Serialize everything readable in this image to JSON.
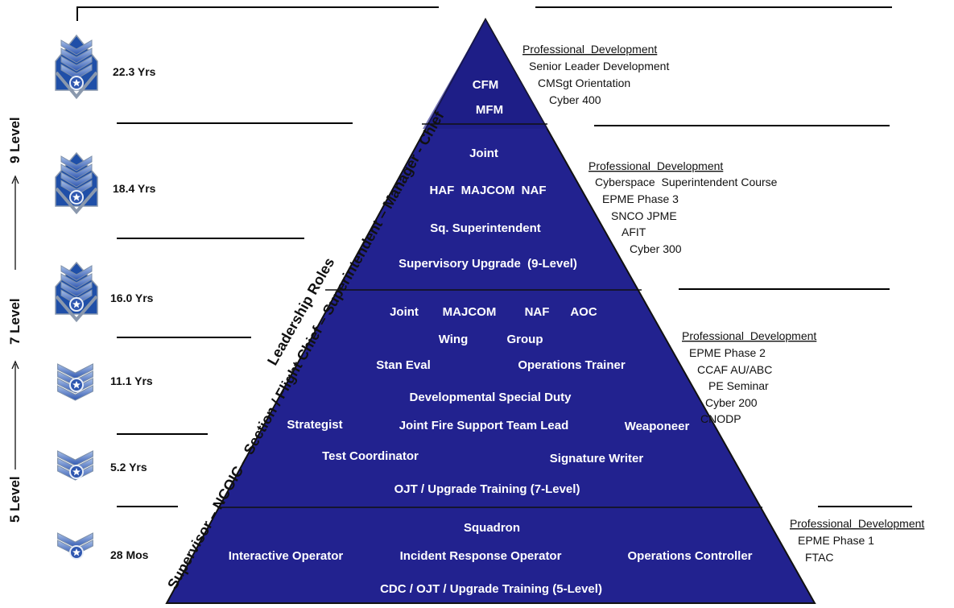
{
  "diagram": {
    "colors": {
      "pyramid": "#1f1f8f",
      "pyramid_light": "#2a2aa8",
      "text_on_pyramid": "#ffffff",
      "lines": "#000000",
      "chevron": "#3b5fb8"
    },
    "leadership_roles": "Leadership Roles",
    "progression": "Supervisor – NCOIC – Section / Flight Chief – Superintendent – Manager - Chief",
    "skill_levels": [
      "5 Level",
      "7 Level",
      "9 Level"
    ],
    "ranks": [
      {
        "years": "22.3 Yrs",
        "icon": "cmsgt-chevron-icon"
      },
      {
        "years": "18.4 Yrs",
        "icon": "smsgt-chevron-icon"
      },
      {
        "years": "16.0 Yrs",
        "icon": "msgt-chevron-icon"
      },
      {
        "years": "11.1 Yrs",
        "icon": "tsgt-chevron-icon"
      },
      {
        "years": "5.2 Yrs",
        "icon": "ssgt-chevron-icon"
      },
      {
        "years": "28 Mos",
        "icon": "sra-chevron-icon"
      }
    ],
    "tiers": [
      {
        "name": "tier-chief",
        "roles": [
          "CFM",
          "MFM"
        ]
      },
      {
        "name": "tier-9-level",
        "roles": [
          "Joint",
          "HAF  MAJCOM  NAF",
          "Sq. Superintendent",
          "Supervisory Upgrade  (9-Level)"
        ]
      },
      {
        "name": "tier-7-level",
        "roles": [
          "Joint",
          "MAJCOM",
          "NAF",
          "AOC",
          "Wing",
          "Group",
          "Stan Eval",
          "Operations Trainer",
          "Developmental Special Duty",
          "Strategist",
          "Joint Fire Support Team Lead",
          "Weaponeer",
          "Test Coordinator",
          "Signature Writer",
          "OJT / Upgrade Training (7-Level)"
        ]
      },
      {
        "name": "tier-5-level",
        "roles": [
          "Squadron",
          "Interactive Operator",
          "Incident Response Operator",
          "Operations Controller",
          "CDC / OJT / Upgrade Training (5-Level)"
        ]
      }
    ],
    "professional_development": [
      {
        "title": "Professional  Development",
        "items": [
          "Senior Leader Development",
          "CMSgt Orientation",
          "Cyber 400"
        ]
      },
      {
        "title": "Professional  Development",
        "items": [
          "Cyberspace  Superintendent Course",
          "EPME Phase 3",
          "SNCO JPME",
          "AFIT",
          "Cyber 300"
        ]
      },
      {
        "title": "Professional  Development",
        "items": [
          "EPME Phase 2",
          "CCAF AU/ABC",
          "PE Seminar",
          "Cyber 200",
          "CNODP"
        ]
      },
      {
        "title": "Professional  Development",
        "items": [
          "EPME Phase 1",
          "FTAC"
        ]
      }
    ]
  }
}
